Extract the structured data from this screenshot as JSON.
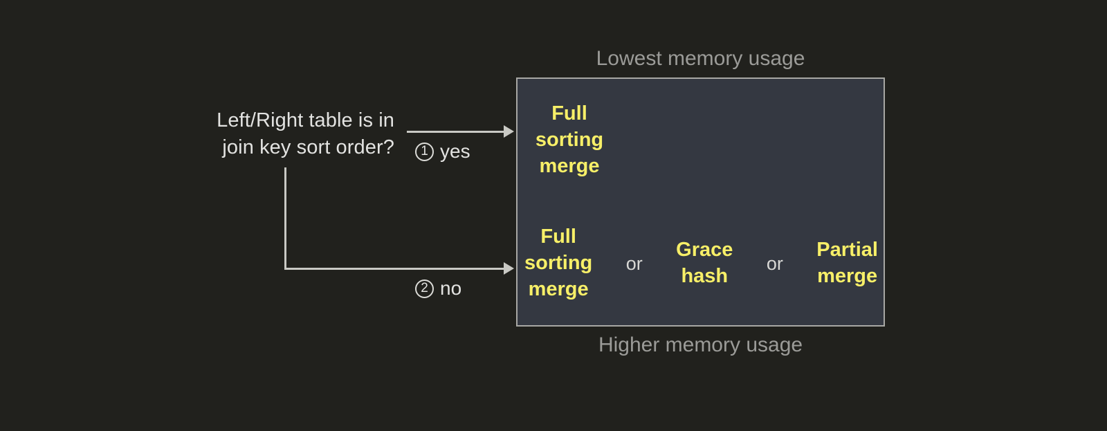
{
  "decision": {
    "question": "Left/Right table is in\njoin key sort order?"
  },
  "branches": [
    {
      "marker": "1",
      "label": "yes"
    },
    {
      "marker": "2",
      "label": "no"
    }
  ],
  "captions": {
    "top": "Lowest memory usage",
    "bottom": "Higher memory usage"
  },
  "options_box": {
    "sorted_row": {
      "terms": [
        "Full\nsorting\nmerge"
      ]
    },
    "unsorted_row": {
      "terms": [
        "Full\nsorting\nmerge",
        "Grace\nhash",
        "Partial\nmerge"
      ],
      "separator": "or"
    }
  },
  "colors": {
    "background": "#21211d",
    "box_fill": "#343841",
    "box_border": "#a8a8a4",
    "term_text": "#f7ef68",
    "body_text": "#e3e3e1",
    "caption_text": "#9b9b98",
    "connector": "#c9c9c4"
  }
}
